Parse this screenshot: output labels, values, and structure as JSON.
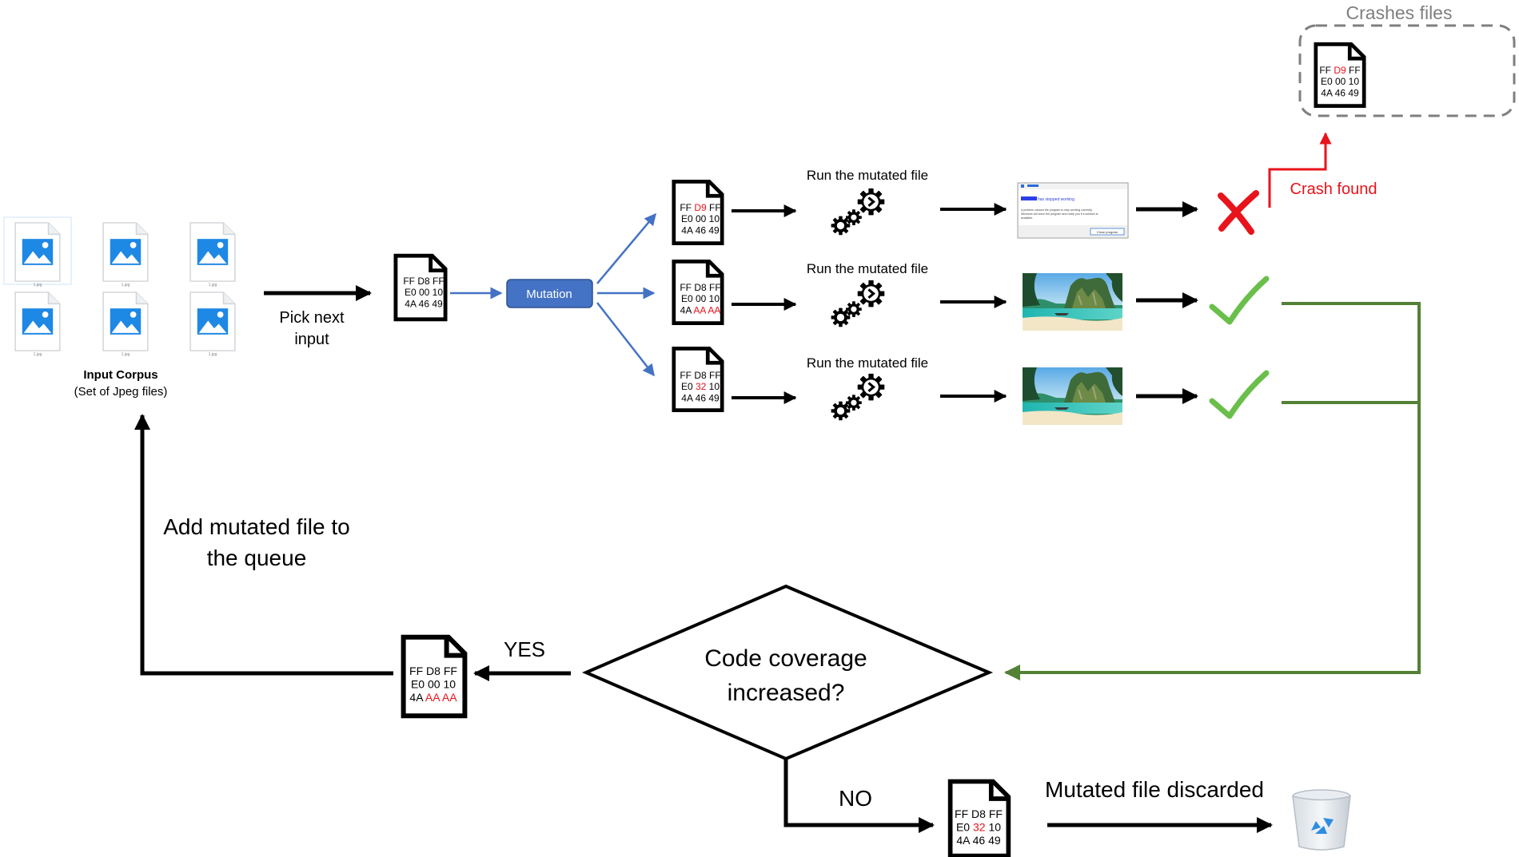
{
  "corpus": {
    "title": "Input Corpus",
    "subtitle": "(Set of Jpeg files)",
    "thumb_caption": "1.jpg"
  },
  "pick_label": [
    "Pick next",
    "input"
  ],
  "mutation_label": "Mutation",
  "run_label": "Run the mutated file",
  "files": {
    "original": [
      [
        {
          "t": "FF D8 FF"
        }
      ],
      [
        {
          "t": "E0 00 10"
        }
      ],
      [
        {
          "t": "4A 46 49"
        }
      ]
    ],
    "mut_a": [
      [
        {
          "t": "FF "
        },
        {
          "t": "D9",
          "r": true
        },
        {
          "t": " FF"
        }
      ],
      [
        {
          "t": "E0 00 10"
        }
      ],
      [
        {
          "t": "4A 46 49"
        }
      ]
    ],
    "mut_b": [
      [
        {
          "t": "FF D8 FF"
        }
      ],
      [
        {
          "t": "E0 00 10"
        }
      ],
      [
        {
          "t": "4A "
        },
        {
          "t": "AA AA",
          "r": true
        }
      ]
    ],
    "mut_c": [
      [
        {
          "t": "FF D8 FF"
        }
      ],
      [
        {
          "t": "E0 "
        },
        {
          "t": "32",
          "r": true
        },
        {
          "t": " 10"
        }
      ],
      [
        {
          "t": "4A 46 49"
        }
      ]
    ]
  },
  "error_dialog": {
    "title": "has stopped working",
    "body": [
      "A problem caused the program to stop working correctly.",
      "Windows will close the program and notify you if a solution is",
      "available."
    ],
    "button": "Close program"
  },
  "crash_found": "Crash found",
  "crashes_title": "Crashes files",
  "decision": [
    "Code coverage",
    "increased?"
  ],
  "yes": "YES",
  "no": "NO",
  "add_queue": [
    "Add mutated file to",
    "the queue"
  ],
  "discarded": "Mutated file discarded",
  "colors": {
    "black": "#000000",
    "blue_arrow": "#4472C4",
    "mutation_fill": "#4472C4",
    "green_line": "#538135",
    "check": "#6ABF4B",
    "crash_red": "#E8131B",
    "hex_red": "#E8131B",
    "dashed_gray": "#7F7F7F",
    "thumb_blue": "#1E88E5"
  },
  "icons": [
    "image-file-icon",
    "hex-file-icon",
    "gears-icon",
    "error-dialog",
    "landscape-image",
    "check-icon",
    "cross-icon",
    "recycle-bin-icon"
  ]
}
